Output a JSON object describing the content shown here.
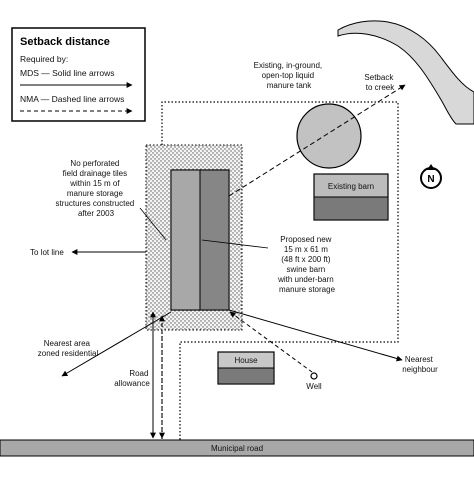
{
  "legend": {
    "title": "Setback distance",
    "required_by": "Required by:",
    "mds": "MDS — Solid line arrows",
    "nma": "NMA — Dashed line arrows"
  },
  "labels": {
    "tank": [
      "Existing, in-ground,",
      "open-top liquid",
      "manure tank"
    ],
    "creek": [
      "Setback",
      "to creek"
    ],
    "tiles": [
      "No perforated",
      "field drainage tiles",
      "within 15 m of",
      "manure storage",
      "structures constructed",
      "after 2003"
    ],
    "existing_barn": "Existing barn",
    "lot_line": "To lot line",
    "proposed_barn": [
      "Proposed new",
      "15 m x 61 m",
      "(48 ft x 200 ft)",
      "swine barn",
      "with under-barn",
      "manure storage"
    ],
    "residential": [
      "Nearest area",
      "zoned residential"
    ],
    "house": "House",
    "well": "Well",
    "neighbour": [
      "Nearest",
      "neighbour"
    ],
    "road_allowance": [
      "Road",
      "allowance"
    ],
    "municipal_road": "Municipal road"
  },
  "icons": {
    "north": "N"
  },
  "colors": {
    "road": "#a8a8a8",
    "barn_fill": "#9a9a9a",
    "barn_dark": "#6e6e6e",
    "tank": "#c2c2c2",
    "buffer": "#e4e4e4"
  }
}
